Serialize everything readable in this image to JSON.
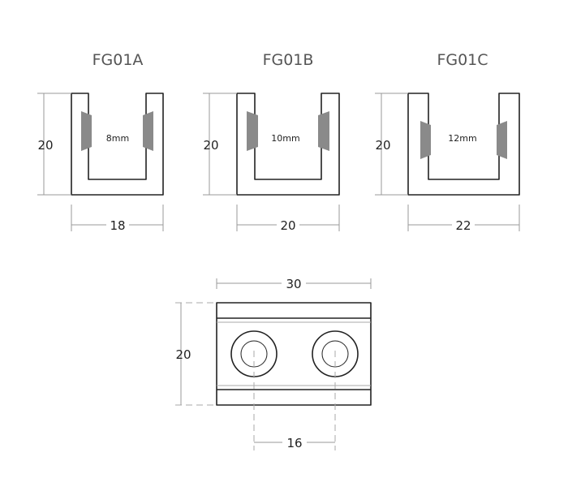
{
  "profiles": [
    {
      "model": "FG01A",
      "height": "20",
      "width": "18",
      "glass": "8mm"
    },
    {
      "model": "FG01B",
      "height": "20",
      "width": "20",
      "glass": "10mm"
    },
    {
      "model": "FG01C",
      "height": "20",
      "width": "22",
      "glass": "12mm"
    }
  ],
  "block": {
    "width": "30",
    "height": "20",
    "hole_spacing": "16"
  },
  "colors": {
    "outline": "#222222",
    "gasket": "#8a8a8a",
    "dimension": "#999999"
  }
}
